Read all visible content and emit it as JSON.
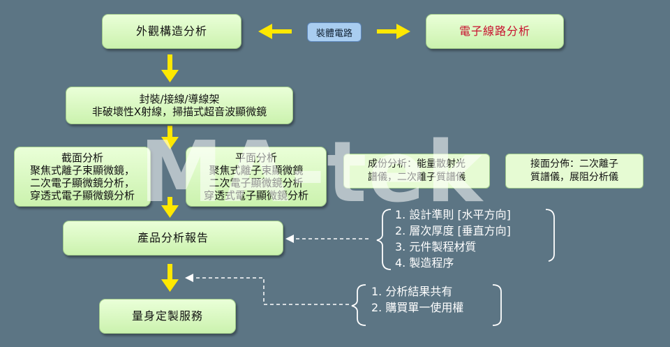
{
  "nodes": {
    "exterior": "外觀構造分析",
    "package_circuit": "裝體電路",
    "circuit": "電子線路分析",
    "packaging_line1": "封裝/接線/導線架",
    "packaging_line2": "非破壞性X射線，掃描式超音波顯微鏡",
    "cross_title": "截面分析",
    "cross_line1": "聚焦式離子束顯微鏡，",
    "cross_line2": "二次電子顯微鏡分析，",
    "cross_line3": "穿透式電子顯微鏡分析",
    "plane_title": "平面分析",
    "plane_line1": "聚焦式離子束顯微鏡",
    "plane_line2": "二次電子顯微鏡分析",
    "plane_line3": "穿透式電子顯微鏡分析",
    "composition_line1": "成份分析：能量散射光",
    "composition_line2": "譜儀，二次離子質譜儀",
    "interface_line1": "接面分佈：二次離子",
    "interface_line2": "質譜儀，展阻分析儀",
    "report": "產品分析報告",
    "service": "量身定製服務"
  },
  "report_notes": [
    "1. 設計準則 [水平方向]",
    "2. 層次厚度 [垂直方向]",
    "3. 元件製程材質",
    "4. 製造程序"
  ],
  "service_notes": [
    "1. 分析結果共有",
    "2. 購買單一使用權"
  ],
  "watermark": "MA-tek",
  "colors": {
    "background": "#5c7584",
    "box": "#d8f7c0",
    "arrow": "#ffe800",
    "red_text": "#c8102e"
  }
}
